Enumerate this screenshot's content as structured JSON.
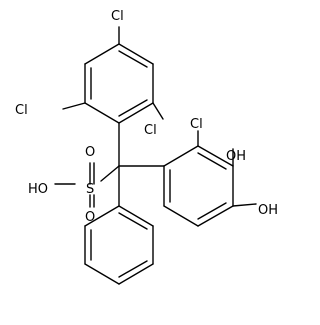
{
  "molecule": {
    "atoms": {
      "cl_top": "Cl",
      "cl_left": "Cl",
      "cl_right": "Cl",
      "cl_mid": "Cl",
      "oh_upper": "OH",
      "oh_lower": "OH",
      "s": "S",
      "o_top": "O",
      "o_bottom": "O",
      "ho": "HO"
    }
  }
}
